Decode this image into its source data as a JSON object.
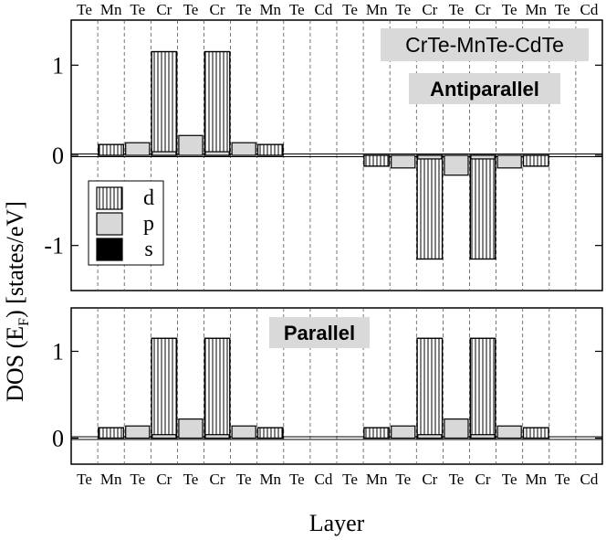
{
  "chart_data": {
    "type": "bar",
    "layers": [
      "Te",
      "Mn",
      "Te",
      "Cr",
      "Te",
      "Cr",
      "Te",
      "Mn",
      "Te",
      "Cd",
      "Te",
      "Mn",
      "Te",
      "Cr",
      "Te",
      "Cr",
      "Te",
      "Mn",
      "Te",
      "Cd"
    ],
    "ylabel_main": "DOS (E",
    "ylabel_sub": "F",
    "ylabel_tail": ") [states/eV]",
    "xlabel": "Layer",
    "legend": [
      {
        "name": "d",
        "pattern": "vertical-hatch"
      },
      {
        "name": "p",
        "pattern": "light-gray"
      },
      {
        "name": "s",
        "pattern": "black"
      }
    ],
    "panels": [
      {
        "id": "antiparallel",
        "labels": [
          "CrTe-MnTe-CdTe",
          "Antiparallel"
        ],
        "ylim": [
          -1.5,
          1.5
        ],
        "yticks": [
          1,
          0,
          -1
        ],
        "ytick_labels": [
          "1",
          "0",
          "-1"
        ],
        "d": [
          0,
          0.12,
          0,
          1.15,
          0,
          1.15,
          0,
          0.12,
          0,
          0,
          0,
          -0.12,
          0,
          -1.15,
          0,
          -1.15,
          0,
          -0.12,
          0,
          0
        ],
        "p": [
          0,
          0,
          0.14,
          0.04,
          0.22,
          0.04,
          0.14,
          0,
          0,
          0,
          0,
          0,
          -0.14,
          -0.04,
          -0.22,
          -0.04,
          -0.14,
          0,
          0,
          0
        ],
        "s": [
          0,
          0,
          0,
          0,
          0,
          0,
          0,
          0,
          0,
          0,
          0,
          0,
          0,
          0,
          0,
          0,
          0,
          0,
          0,
          0
        ]
      },
      {
        "id": "parallel",
        "labels": [
          "Parallel"
        ],
        "ylim": [
          -0.3,
          1.5
        ],
        "yticks": [
          1,
          0
        ],
        "ytick_labels": [
          "1",
          "0"
        ],
        "d": [
          0,
          0.12,
          0,
          1.15,
          0,
          1.15,
          0,
          0.12,
          0,
          0,
          0,
          0.12,
          0,
          1.15,
          0,
          1.15,
          0,
          0.12,
          0,
          0
        ],
        "p": [
          0,
          0,
          0.14,
          0.04,
          0.22,
          0.04,
          0.14,
          0,
          0,
          0,
          0,
          0,
          0.14,
          0.04,
          0.22,
          0.04,
          0.14,
          0,
          0,
          0
        ],
        "s": [
          0,
          0,
          0,
          0,
          0,
          0,
          0,
          0,
          0,
          0,
          0,
          0,
          0,
          0,
          0,
          0,
          0,
          0,
          0,
          0
        ]
      }
    ]
  }
}
